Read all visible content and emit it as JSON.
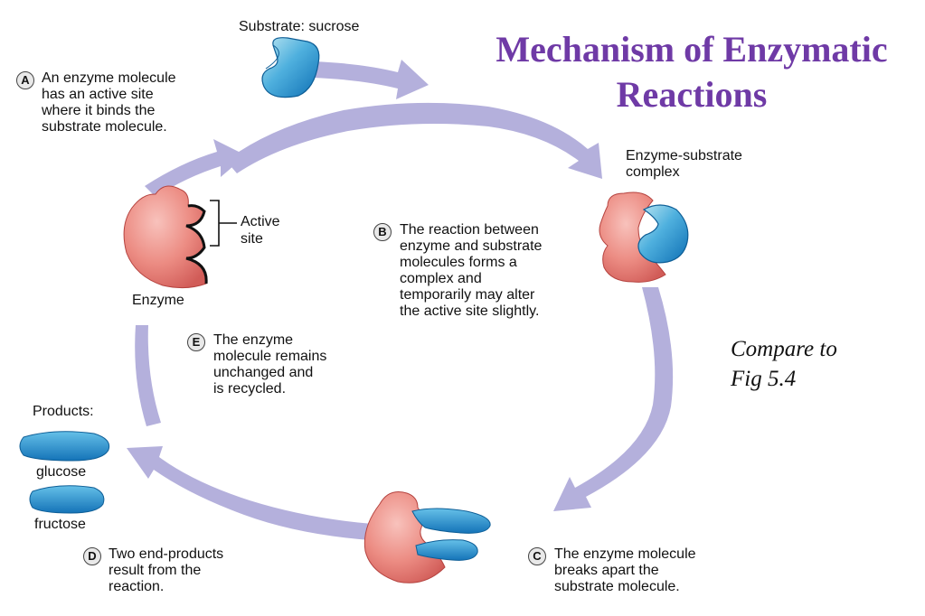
{
  "title": {
    "line1": "Mechanism of Enzymatic",
    "line2": "Reactions"
  },
  "note": {
    "line1": "Compare to",
    "line2": "Fig 5.4"
  },
  "labels": {
    "substrate": "Substrate: sucrose",
    "complex_line1": "Enzyme-substrate",
    "complex_line2": "complex",
    "active_line1": "Active",
    "active_line2": "site",
    "enzyme": "Enzyme",
    "products": "Products:",
    "glucose": "glucose",
    "fructose": "fructose"
  },
  "steps": [
    {
      "letter": "A",
      "lines": [
        "An enzyme molecule",
        "has an active site",
        "where it binds the",
        "substrate molecule."
      ]
    },
    {
      "letter": "B",
      "lines": [
        "The reaction between",
        "enzyme and substrate",
        "molecules forms a",
        "complex and",
        "temporarily may alter",
        "the active site slightly."
      ]
    },
    {
      "letter": "C",
      "lines": [
        "The enzyme molecule",
        "breaks apart the",
        "substrate molecule."
      ]
    },
    {
      "letter": "D",
      "lines": [
        "Two end-products",
        "result from the",
        "reaction."
      ]
    },
    {
      "letter": "E",
      "lines": [
        "The enzyme",
        "molecule remains",
        "unchanged and",
        "is recycled."
      ]
    }
  ],
  "colors": {
    "title": "#6f3aa6",
    "cycle_arrow": "#b4b0dc",
    "enzyme": "#e77a72",
    "substrate": "#1e86c8"
  }
}
